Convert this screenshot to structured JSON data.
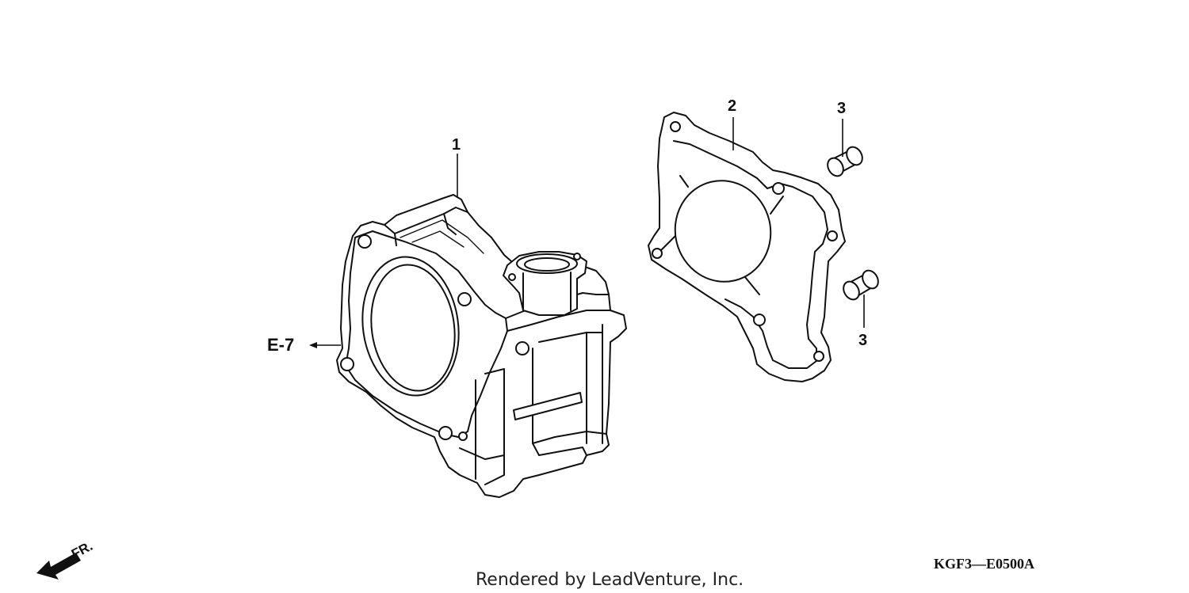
{
  "parts": [
    {
      "number": "1",
      "part": "cylinder"
    },
    {
      "number": "2",
      "part": "gasket"
    },
    {
      "number": "3",
      "part": "dowel-pin-upper"
    },
    {
      "number": "3",
      "part": "dowel-pin-lower"
    }
  ],
  "reference": {
    "label": "E-7"
  },
  "direction": {
    "label": "FR."
  },
  "diagram_code": "KGF3—E0500A",
  "credit": "Rendered by LeadVenture, Inc.",
  "colors": {
    "ink": "#111111",
    "background": "#ffffff"
  }
}
